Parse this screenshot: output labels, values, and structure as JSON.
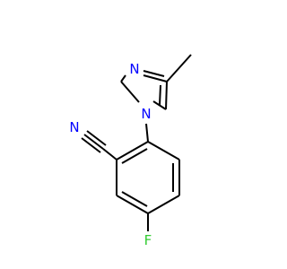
{
  "molecule": {
    "atoms": {
      "nitrile_n": {
        "symbol": "N",
        "color": "#0000FF"
      },
      "imidazole_n3": {
        "symbol": "N",
        "color": "#0000FF"
      },
      "imidazole_n1": {
        "symbol": "N",
        "color": "#0000FF"
      },
      "fluorine": {
        "symbol": "F",
        "color": "#33CC33"
      }
    },
    "bond_color": "#000000"
  }
}
